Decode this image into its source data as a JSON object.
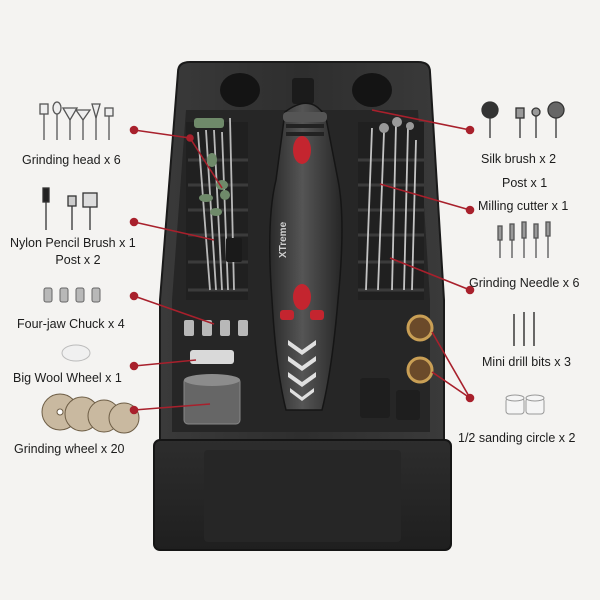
{
  "labels": {
    "grinding_head": "Grinding head x 6",
    "nylon_pencil_brush": "Nylon Pencil Brush x 1",
    "post_left": "Post x 2",
    "four_jaw_chuck": "Four-jaw Chuck x 4",
    "big_wool_wheel": "Big Wool Wheel x 1",
    "grinding_wheel": "Grinding wheel x 20",
    "silk_brush": "Silk brush x 2",
    "post_right": "Post x 1",
    "milling_cutter": "Milling cutter x 1",
    "grinding_needle": "Grinding Needle x 6",
    "mini_drill_bits": "Mini drill bits x 3",
    "sanding_circle": "1/2 sanding circle x 2"
  },
  "tool_brand": "XTreme",
  "colors": {
    "background": "#f4f3f1",
    "case": "#2b2b2b",
    "tool_body": "#3a3a3a",
    "accent_red": "#c4252f",
    "callout_line": "#a8202c"
  }
}
